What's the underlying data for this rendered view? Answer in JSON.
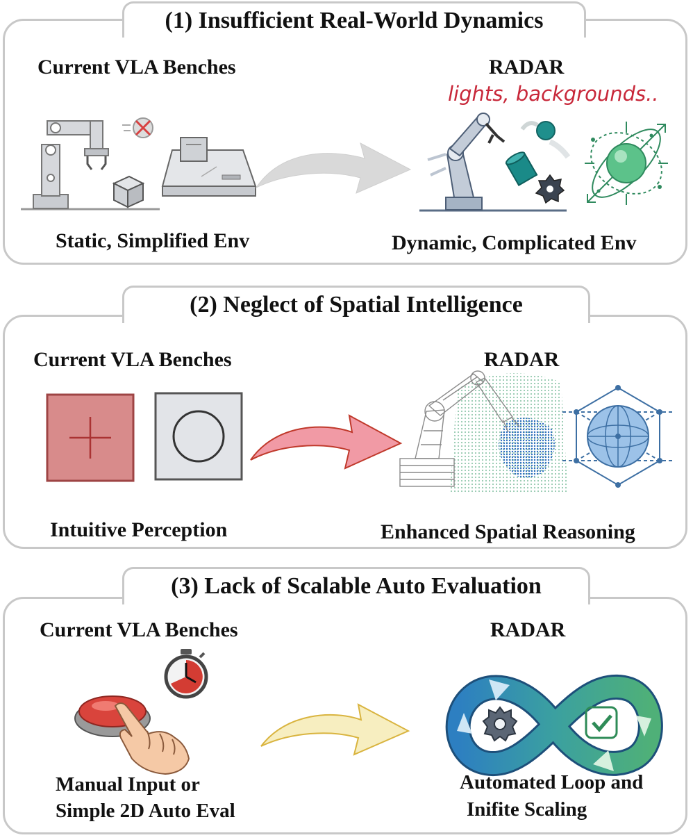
{
  "sections": [
    {
      "title": "(1) Insufficient Real-World Dynamics",
      "left_heading": "Current VLA Benches",
      "right_heading": "RADAR",
      "right_note": "lights, backgrounds..",
      "left_caption": "Static, Simplified Env",
      "right_caption": "Dynamic, Complicated Env"
    },
    {
      "title": "(2) Neglect of Spatial Intelligence",
      "left_heading": "Current VLA Benches",
      "right_heading": "RADAR",
      "left_caption": "Intuitive Perception",
      "right_caption": "Enhanced Spatial Reasoning"
    },
    {
      "title": "(3) Lack of Scalable Auto Evaluation",
      "left_heading": "Current VLA Benches",
      "right_heading": "RADAR",
      "left_caption_line1": "Manual Input or",
      "left_caption_line2": "Simple 2D Auto Eval",
      "right_caption_line1": "Automated Loop and",
      "right_caption_line2": "Inifite Scaling"
    }
  ],
  "colors": {
    "border": "#c8c8c8",
    "note_red": "#c8283a",
    "arrow_gray": "#d9d9d9",
    "arrow_pink": "#f19aa5",
    "arrow_yellow": "#f7eec0",
    "infinity_blue": "#2d7fc1",
    "infinity_green": "#4fb078"
  }
}
